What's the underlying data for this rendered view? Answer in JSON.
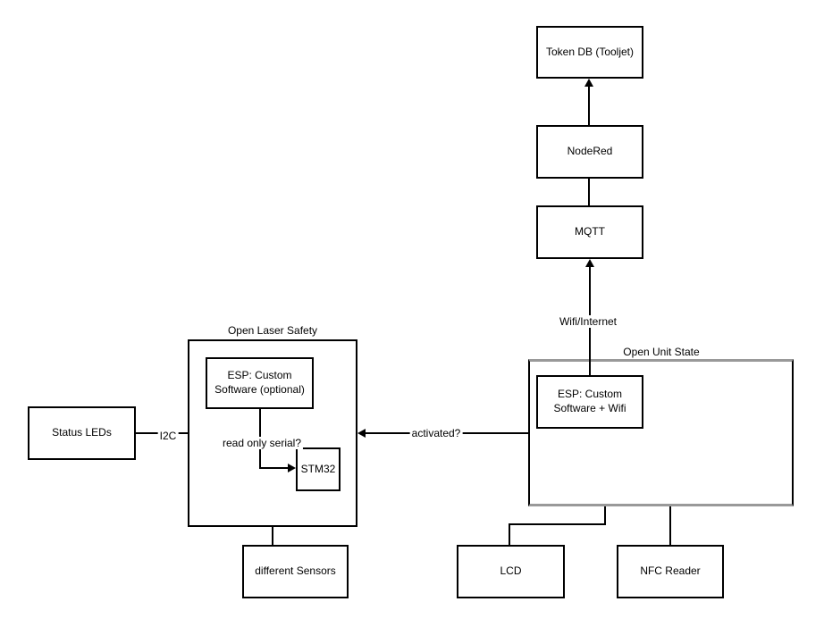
{
  "nodes": {
    "token_db": {
      "label": "Token DB (Tooljet)"
    },
    "nodered": {
      "label": "NodeRed"
    },
    "mqtt": {
      "label": "MQTT"
    },
    "esp_wifi": {
      "label": "ESP: Custom Software + Wifi"
    },
    "esp_optional": {
      "label": "ESP: Custom Software (optional)"
    },
    "stm32": {
      "label": "STM32"
    },
    "status_leds": {
      "label": "Status LEDs"
    },
    "different_sensors": {
      "label": "different Sensors"
    },
    "lcd": {
      "label": "LCD"
    },
    "nfc_reader": {
      "label": "NFC Reader"
    }
  },
  "containers": {
    "open_laser_safety": {
      "label": "Open Laser Safety"
    },
    "open_unit_state": {
      "label": "Open Unit State"
    }
  },
  "edge_labels": {
    "wifi_internet": "Wifi/Internet",
    "activated": "activated?",
    "i2c": "I2C",
    "read_only_serial": "read only serial?"
  },
  "colors": {
    "node_border": "#000000",
    "container_horizontal_border": "#999999",
    "background": "#ffffff",
    "text": "#000000"
  }
}
